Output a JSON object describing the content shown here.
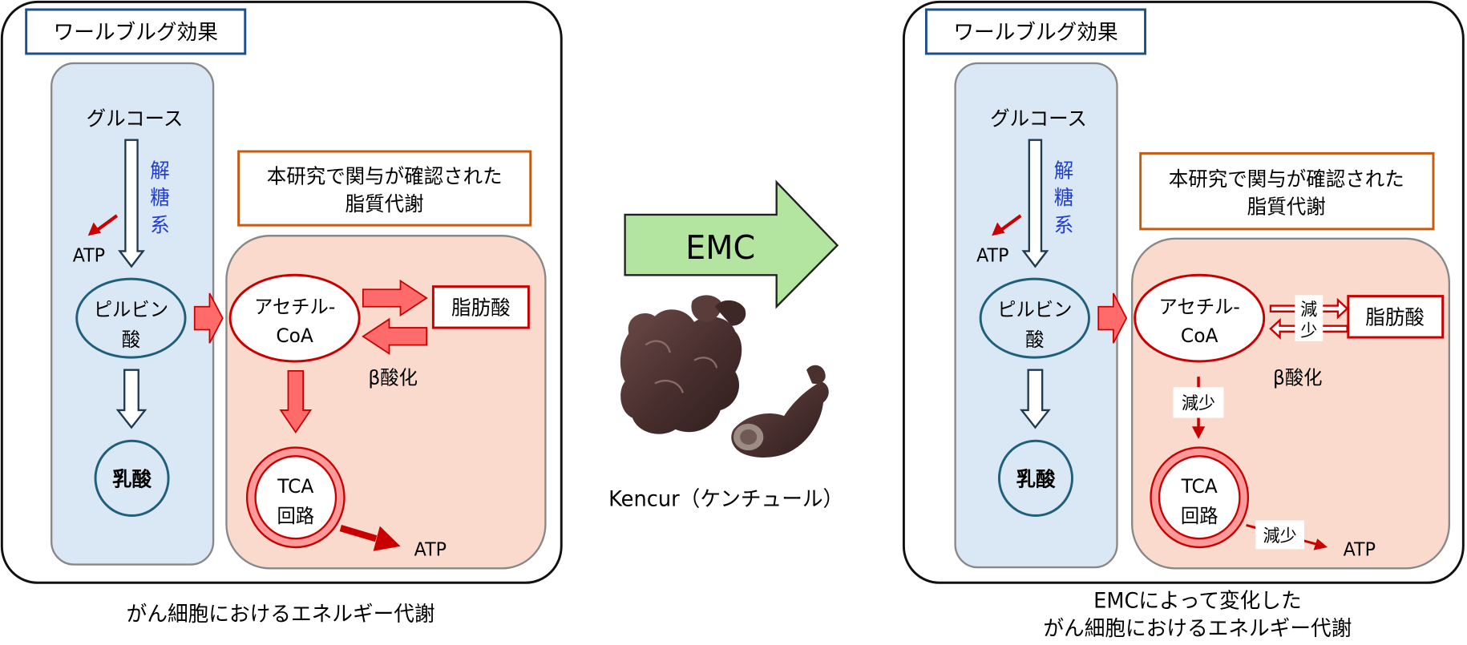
{
  "left_panel": {
    "title": "ワールブルグ効果",
    "caption": "がん細胞におけるエネルギー代謝",
    "glucose": "グルコース",
    "glycolysis": [
      "解",
      "糖",
      "系"
    ],
    "atp_glycolysis": "ATP",
    "pyruvate": [
      "ピルビン",
      "酸"
    ],
    "lactate": "乳酸",
    "lipid_title": [
      "本研究で関与が確認された",
      "脂質代謝"
    ],
    "acetyl": [
      "アセチル-",
      "CoA"
    ],
    "fatty_acid": "脂肪酸",
    "beta_oxidation": "β酸化",
    "tca": [
      "TCA",
      "回路"
    ],
    "atp_tca": "ATP"
  },
  "center": {
    "arrow_label": "EMC",
    "kencur_label": "Kencur（ケンチュール）"
  },
  "right_panel": {
    "title": "ワールブルグ効果",
    "caption": [
      "EMCによって変化した",
      "がん細胞におけるエネルギー代謝"
    ],
    "glucose": "グルコース",
    "glycolysis": [
      "解",
      "糖",
      "系"
    ],
    "atp_glycolysis": "ATP",
    "pyruvate": [
      "ピルビン",
      "酸"
    ],
    "lactate": "乳酸",
    "lipid_title": [
      "本研究で関与が確認された",
      "脂質代謝"
    ],
    "acetyl": [
      "アセチル-",
      "CoA"
    ],
    "fatty_acid": "脂肪酸",
    "beta_oxidation": "β酸化",
    "decrease_fa": [
      "減",
      "少"
    ],
    "decrease_tca": "減少",
    "tca": [
      "TCA",
      "回路"
    ],
    "decrease_atp": "減少",
    "atp_tca": "ATP"
  },
  "colors": {
    "glycolysis_blue": "#1f3fd0",
    "panel_blue_fill": "#dae7f5",
    "panel_pink_fill": "#f9dacd",
    "node_blue": "#1f5f7a",
    "red": "#c80000",
    "arrow_red_fill": "#ff6b6b",
    "arrow_green_fill": "#b3e5a0",
    "title_box_border": "#1f4e8c",
    "lipid_box_border": "#c55a11"
  }
}
